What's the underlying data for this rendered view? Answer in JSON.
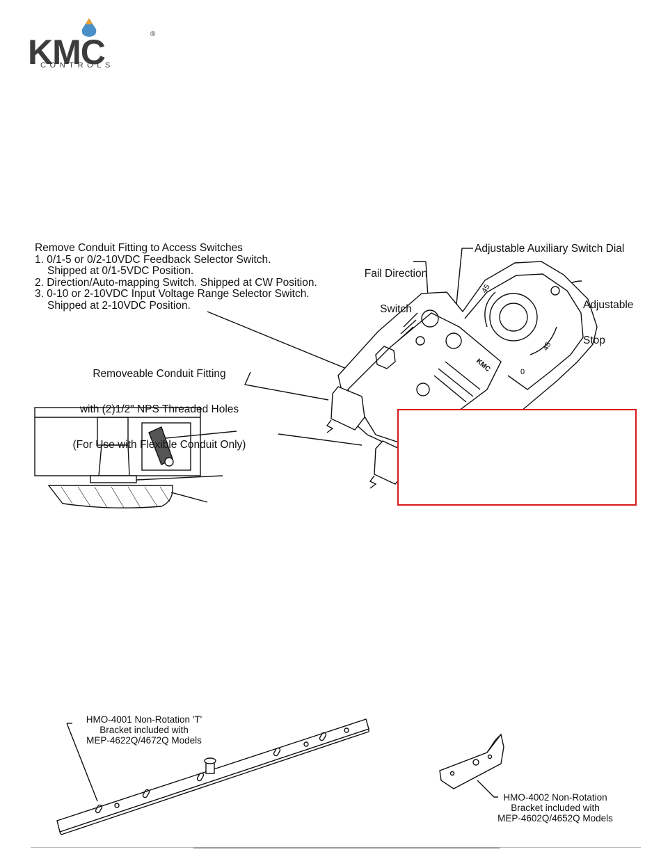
{
  "logo": {
    "mark": "KMC",
    "registered": "®",
    "subtitle": "CONTROLS",
    "drop_color": "#4a90c8",
    "drop_tip_color": "#f0a030"
  },
  "notes": {
    "heading": "Remove Conduit Fitting to Access Switches",
    "items": [
      {
        "line1": "1. 0/1-5 or 0/2-10VDC Feedback Selector Switch.",
        "line2": "Shipped at 0/1-5VDC Position."
      },
      {
        "line1": "2. Direction/Auto-mapping Switch. Shipped at CW Position.",
        "line2": ""
      },
      {
        "line1": "3. 0-10 or 2-10VDC Input Voltage Range Selector Switch.",
        "line2": "Shipped at 2-10VDC Position."
      }
    ]
  },
  "callouts": {
    "fail_direction": {
      "line1": "Fail Direction",
      "line2": "Switch"
    },
    "aux_switch": "Adjustable Auxiliary Switch Dial",
    "adjustable_stop": {
      "line1": "Adjustable",
      "line2": "Stop"
    },
    "conduit": {
      "line1": "Removeable Conduit Fitting",
      "line2": "with (2)1/2\" NPS Threaded Holes",
      "line3": "(For Use with Flexible Conduit Only)"
    }
  },
  "brackets": {
    "t_bracket": {
      "line1": "HMO-4001 Non-Rotation 'T'",
      "line2": "Bracket included with",
      "line3": "MEP-4622Q/4672Q Models"
    },
    "small_bracket": {
      "line1": "HMO-4002 Non-Rotation",
      "line2": "Bracket included with",
      "line3": "MEP-4602Q/4652Q Models"
    }
  },
  "actuator_labels": {
    "brand": "KMC",
    "dial_mark_a": "45",
    "dial_mark_b": "45",
    "dial_mark_c": "0"
  },
  "colors": {
    "redaction_border": "#d7191f",
    "line": "#111111"
  }
}
